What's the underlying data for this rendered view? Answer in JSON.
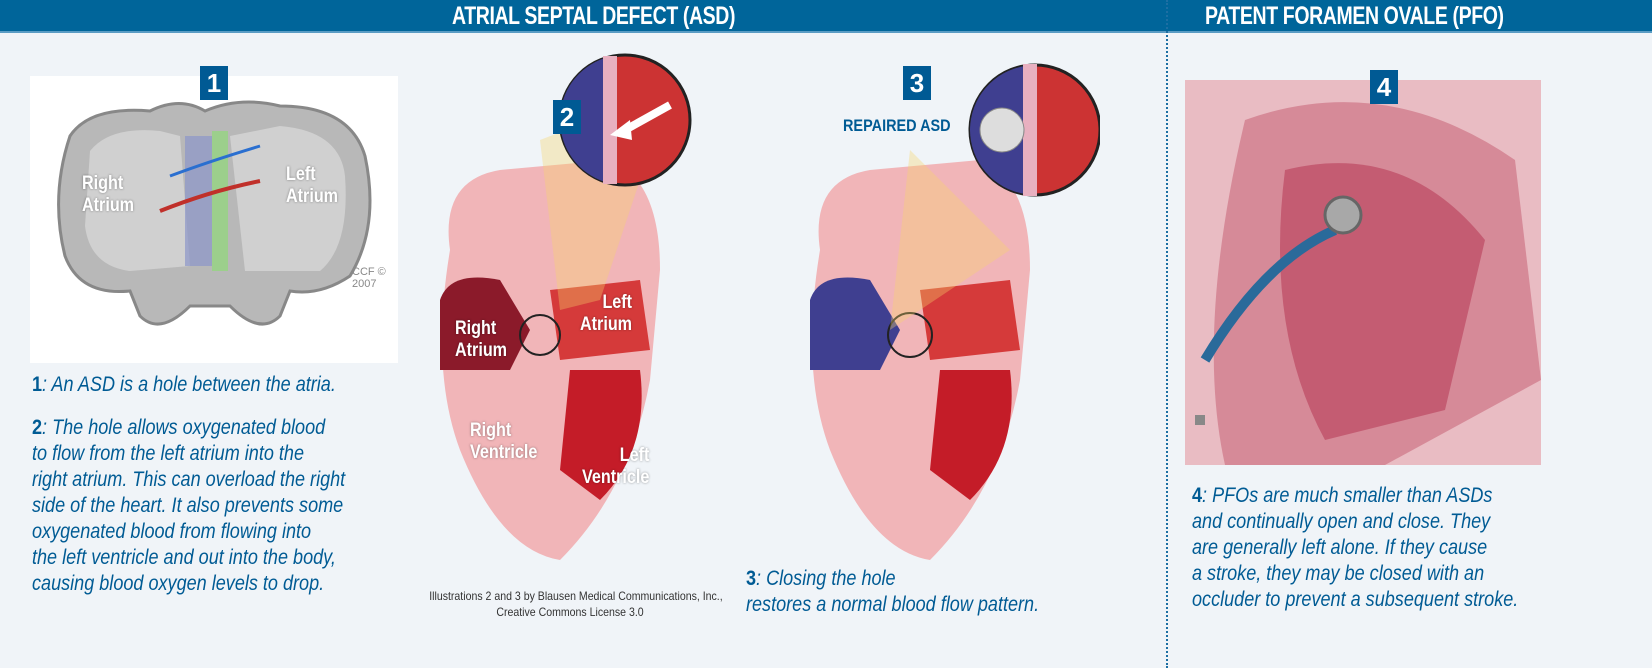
{
  "header": {
    "asd_title": "ATRIAL SEPTAL DEFECT (ASD)",
    "pfo_title": "PATENT FORAMEN OVALE (PFO)"
  },
  "panels": {
    "p1": {
      "badge": "1",
      "labels": {
        "right_atrium": "Right\nAtrium",
        "left_atrium": "Left\nAtrium"
      },
      "watermark": "CCF © 2007"
    },
    "p2": {
      "badge": "2",
      "labels": {
        "right_atrium": "Right\nAtrium",
        "left_atrium": "Left\nAtrium",
        "right_ventricle": "Right\nVentricle",
        "left_ventricle": "Left\nVentricle"
      }
    },
    "p3": {
      "badge": "3",
      "repaired": "REPAIRED ASD"
    },
    "p4": {
      "badge": "4"
    }
  },
  "captions": {
    "c1_num": "1",
    "c1": ": An ASD is a hole between the atria.",
    "c2_num": "2",
    "c2": ": The hole allows oxygenated blood\nto flow from the left atrium into the\nright atrium. This can overload the right\nside of the heart. It also prevents some\noxygenated blood from flowing into\nthe left ventricle and out into the body,\ncausing blood oxygen levels to drop.",
    "c3_num": "3",
    "c3": ": Closing the hole\nrestores a normal blood flow pattern.",
    "c4_num": "4",
    "c4": ": PFOs are much smaller than ASDs\nand continually open and close. They\nare generally left alone. If they cause\na stroke, they may be closed with an\noccluder to prevent a subsequent stroke."
  },
  "credit": "Illustrations 2 and 3 by Blausen Medical Communications, Inc.,\nCreative Commons License 3.0"
}
